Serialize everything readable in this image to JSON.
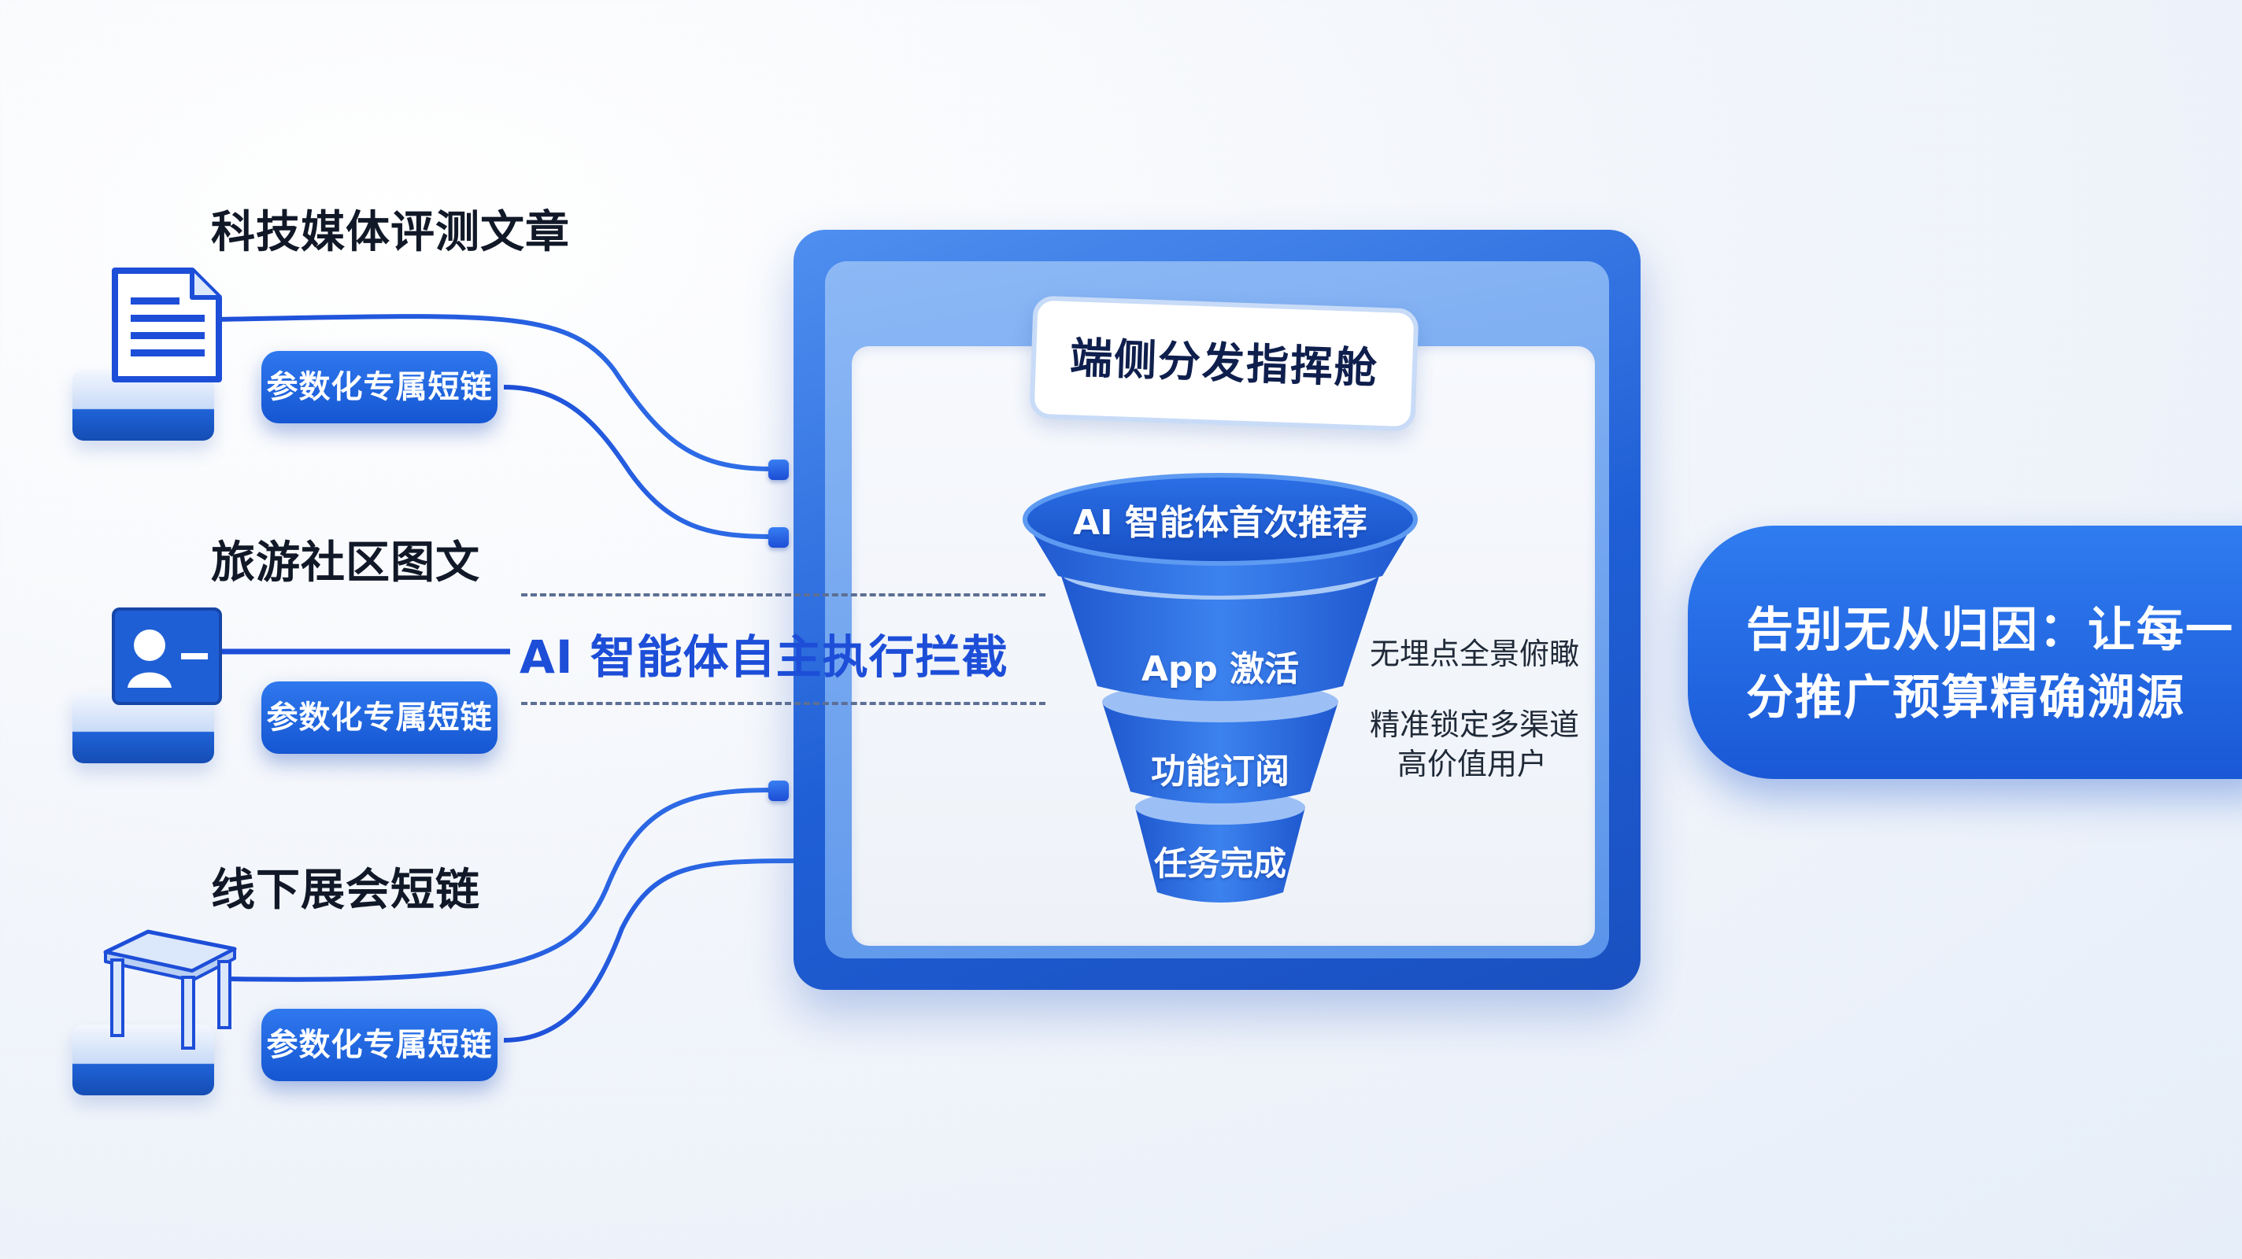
{
  "sources": [
    {
      "title": "科技媒体评测文章",
      "link_label": "参数化专属短链",
      "icon": "document-icon"
    },
    {
      "title": "旅游社区图文",
      "link_label": "参数化专属短链",
      "icon": "profile-card-icon"
    },
    {
      "title": "线下展会短链",
      "link_label": "参数化专属短链",
      "icon": "booth-table-icon"
    }
  ],
  "intercept_label": "AI 智能体自主执行拦截",
  "cabin": {
    "title": "端侧分发指挥舱",
    "funnel_stages": [
      "AI 智能体首次推荐",
      "App 激活",
      "功能订阅",
      "任务完成"
    ],
    "notes": {
      "note1": "无埋点全景俯瞰",
      "note2_line1": "精准锁定多渠道",
      "note2_line2": "高价值用户"
    }
  },
  "tagline": {
    "line1": "告别无从归因：让每一",
    "line2": "分推广预算精确溯源"
  },
  "colors": {
    "primary_blue": "#1f5fd6",
    "light_blue": "#8cb8f5",
    "funnel_blue": "#2d6fe0",
    "text_dark": "#111827"
  }
}
